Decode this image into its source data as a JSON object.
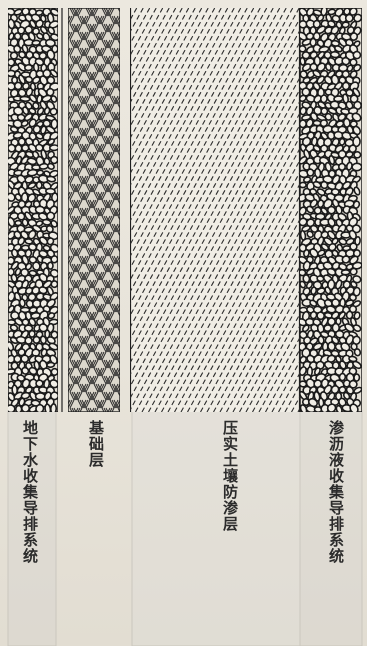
{
  "figure": {
    "layers": [
      {
        "id": "leachate_drainage",
        "label": "渗沥液收集导排系统",
        "pattern": "gravel"
      },
      {
        "id": "clay_liner",
        "label": "压实土壤防渗层",
        "pattern": "diagonal-dashes"
      },
      {
        "id": "foundation",
        "label": "基础层",
        "pattern": "basketweave"
      },
      {
        "id": "groundwater_drainage",
        "label": "地下水收集导排系统",
        "pattern": "gravel"
      }
    ]
  },
  "colors": {
    "paper": "#ebe7dc",
    "ink": "#2a2a2a",
    "gravel_fill": "#d9d5ca",
    "line": "#1e1e1e"
  }
}
